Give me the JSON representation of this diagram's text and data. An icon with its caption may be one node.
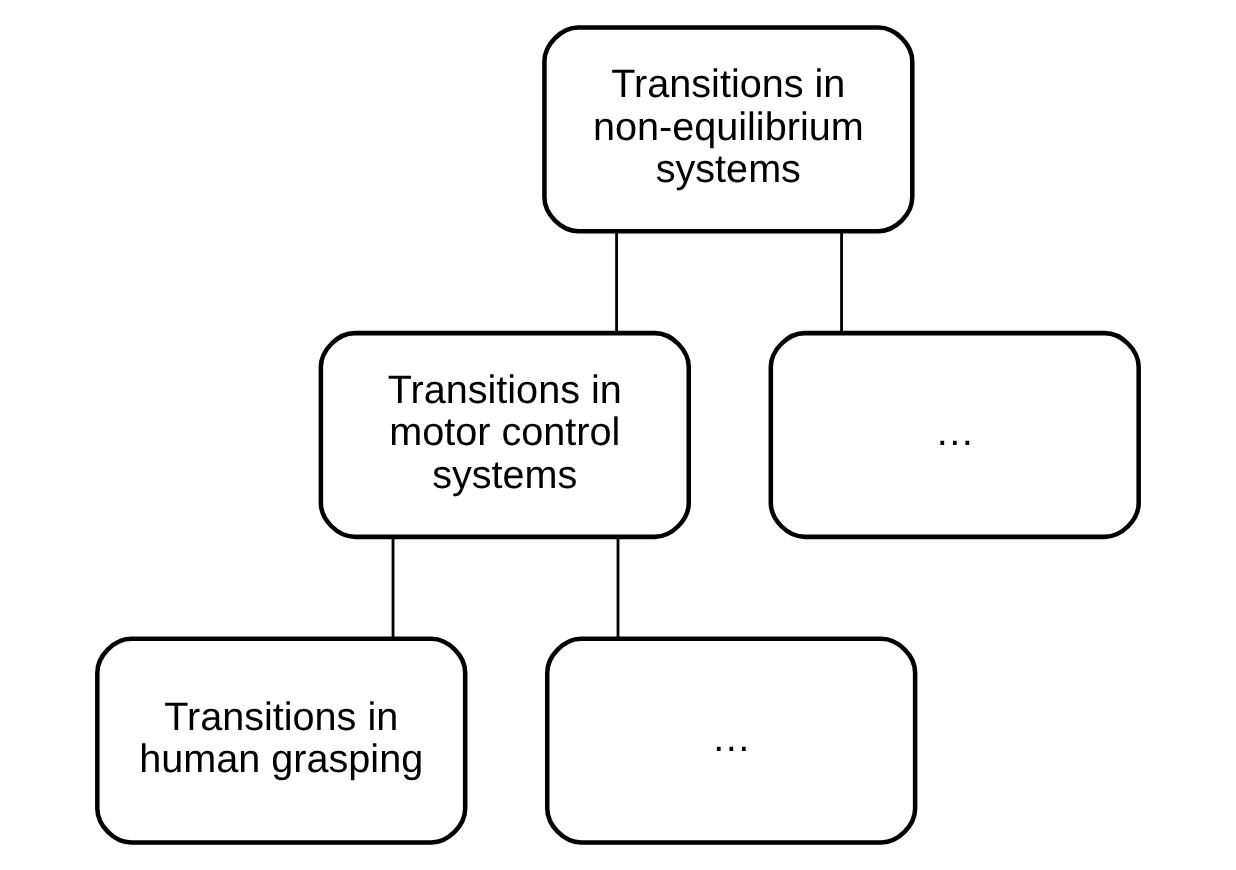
{
  "diagram": {
    "nodes": [
      {
        "text": [
          "Transitions in non-equilibrium systems"
        ]
      },
      {
        "text": [
          "Transitions in motor control systems"
        ]
      },
      {
        "text": [
          "…"
        ]
      },
      {
        "text": [
          "Transitions in human grasping"
        ]
      },
      {
        "text": [
          "…"
        ]
      }
    ],
    "edges": [
      {
        "from": 0,
        "to": 1,
        "arrow": "none"
      },
      {
        "from": 0,
        "to": 2,
        "arrow": "none"
      },
      {
        "from": 1,
        "to": 3,
        "arrow": "none"
      },
      {
        "from": 1,
        "to": 4,
        "arrow": "none"
      }
    ]
  }
}
